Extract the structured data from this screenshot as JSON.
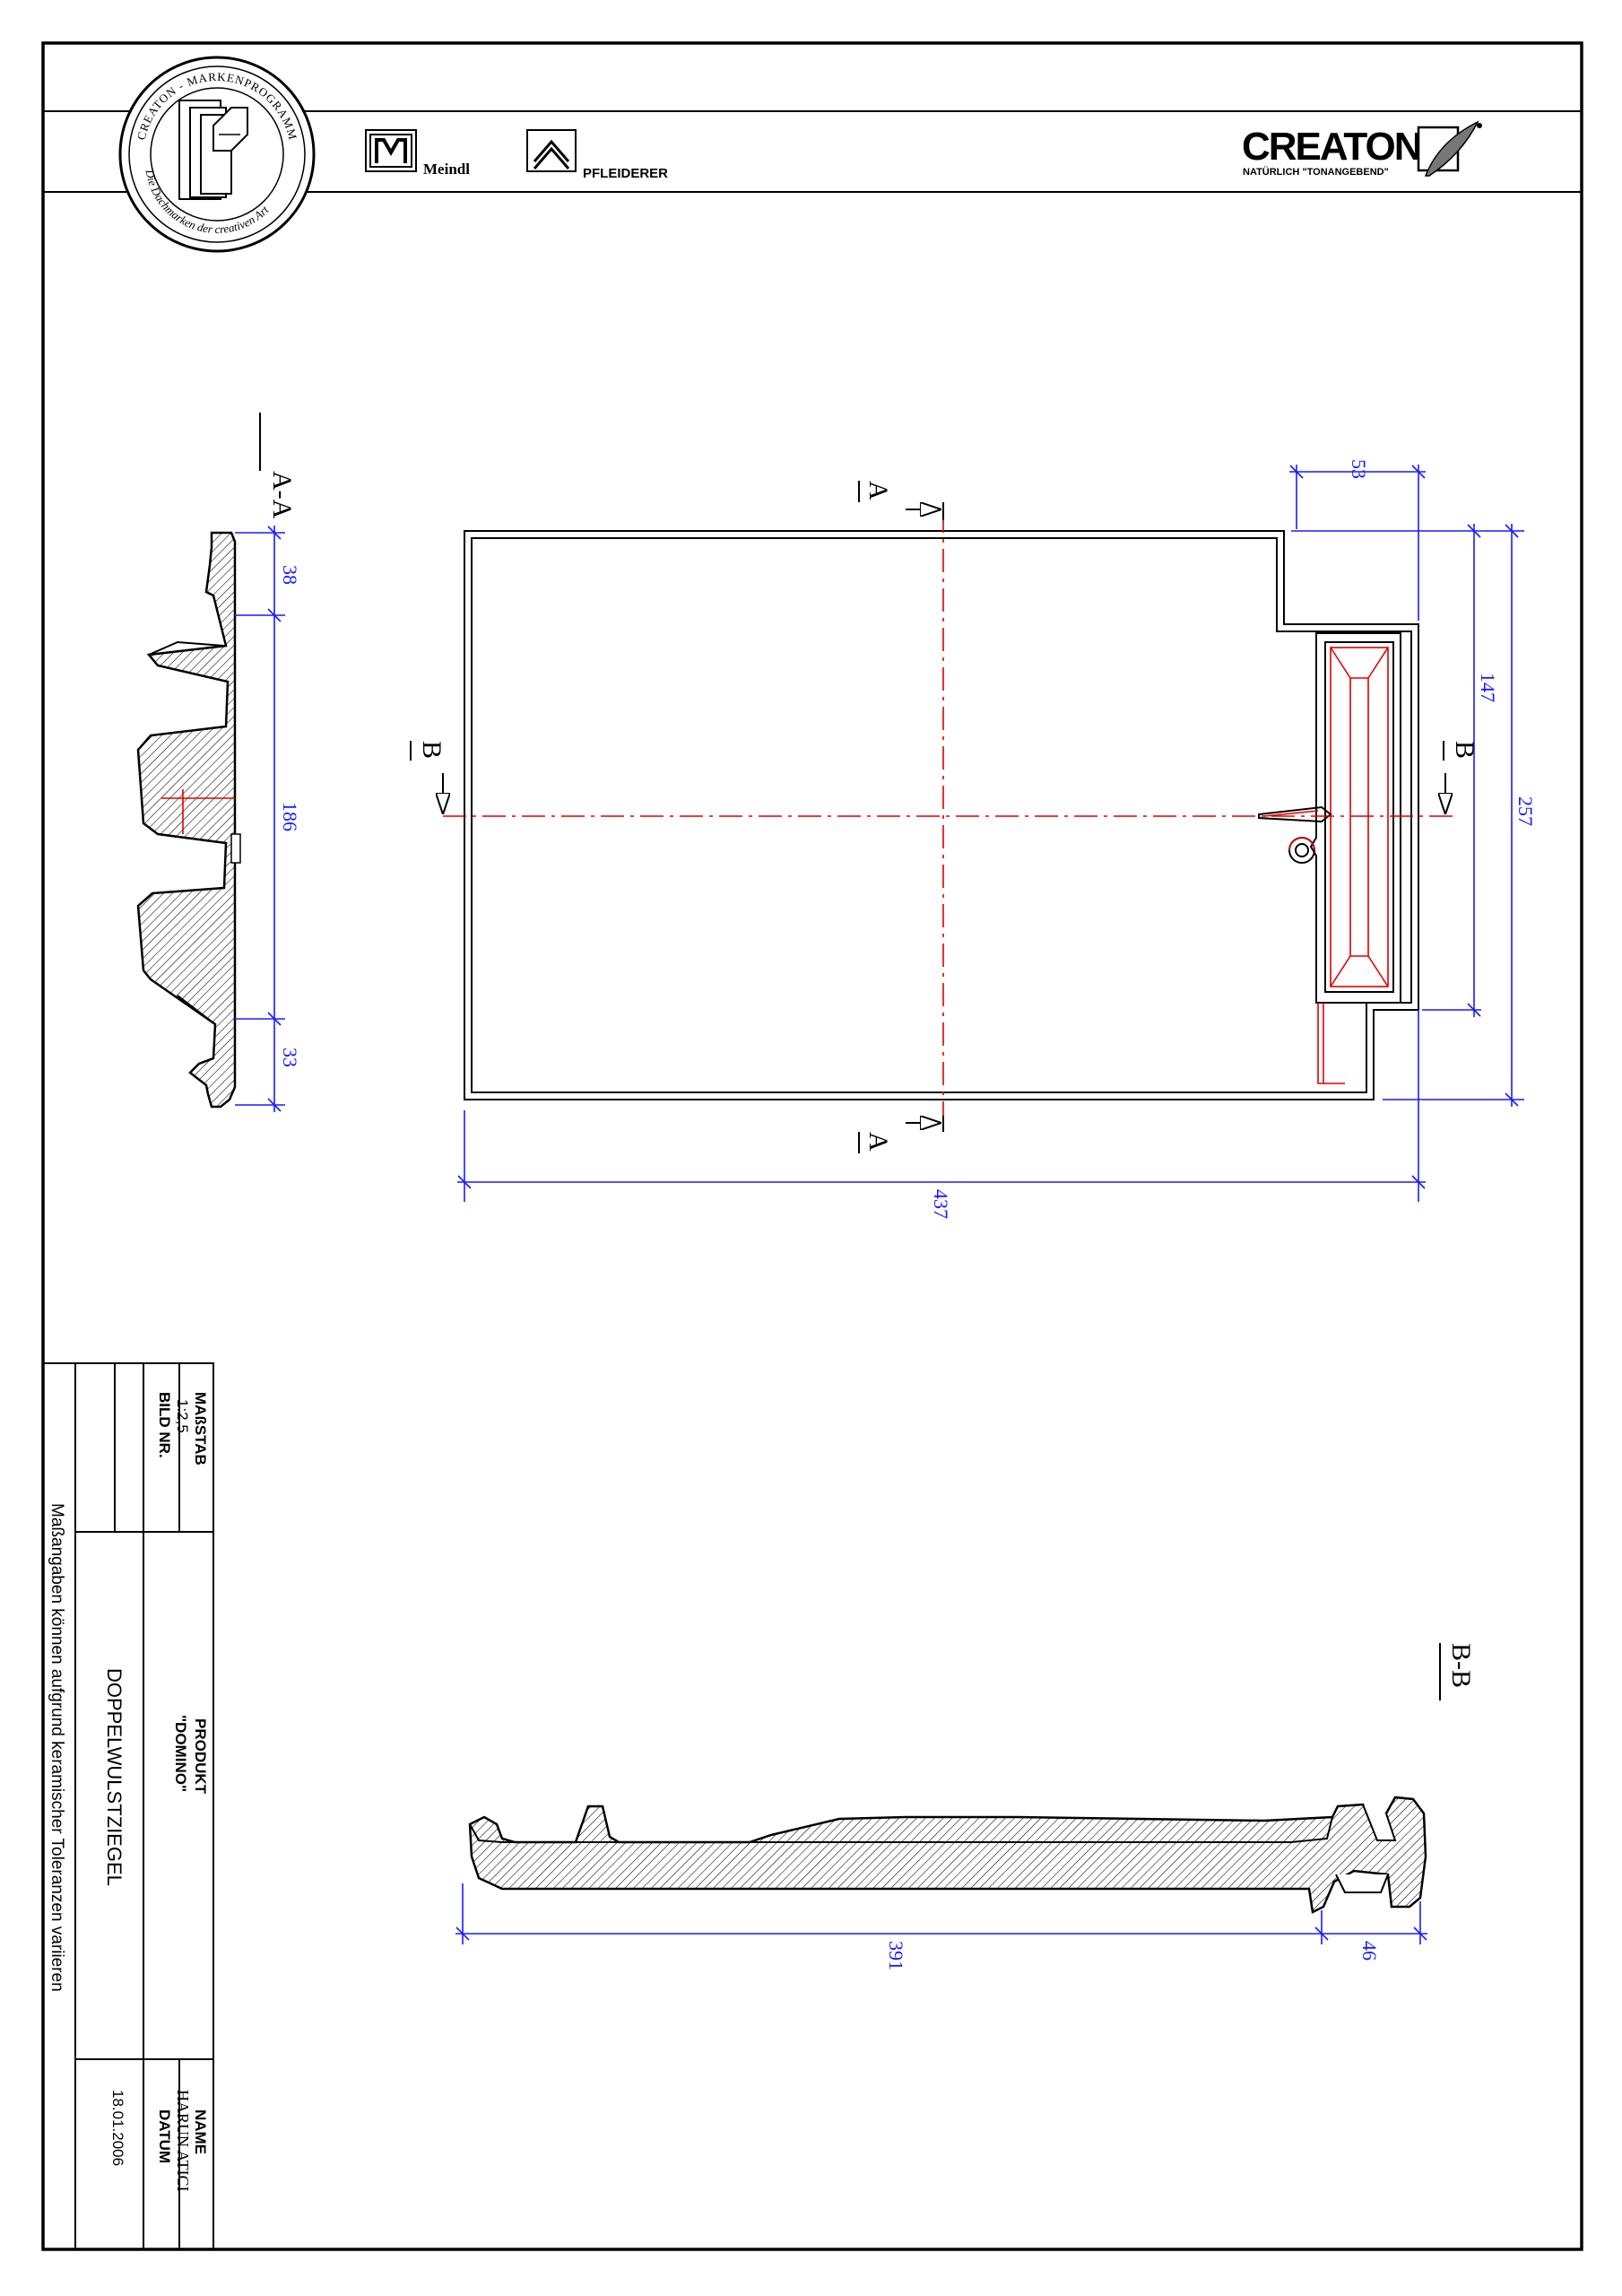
{
  "header": {
    "seal_text_top": "CREATON - MARKENPROGRAMM",
    "seal_text_bottom": "Die Dachmarken der creativen Art",
    "brand1": "Meindl",
    "brand2": "PFLEIDERER",
    "logo_main": "CREATON",
    "logo_tagline": "NATÜRLICH \"TONANGEBEND\""
  },
  "sections": {
    "aa": "A-A",
    "bb": "B-B",
    "a_mark": "A",
    "b_mark": "B"
  },
  "dimensions": {
    "plan_total_width": "437",
    "plan_total_height": "257",
    "plan_side_inner": "147",
    "plan_top_offset": "53",
    "aa_top": "38",
    "aa_mid": "186",
    "aa_bottom": "33",
    "bb_main": "391",
    "bb_end": "46"
  },
  "title_block": {
    "scale_label": "MAßSTAB",
    "scale_value": "1:2,5",
    "image_no_label": "BILD NR.",
    "product_label": "PRODUKT",
    "product_value": "\"DOMINO\"",
    "product_type": "DOPPELWULSTZIEGEL",
    "name_label": "NAME",
    "name_value": "HARUN  ATICI",
    "date_label": "DATUM",
    "date_value": "18.01.2006",
    "disclaimer": "Maßangaben  können  aufgrund  keramischer  Toleranzen  variieren"
  }
}
